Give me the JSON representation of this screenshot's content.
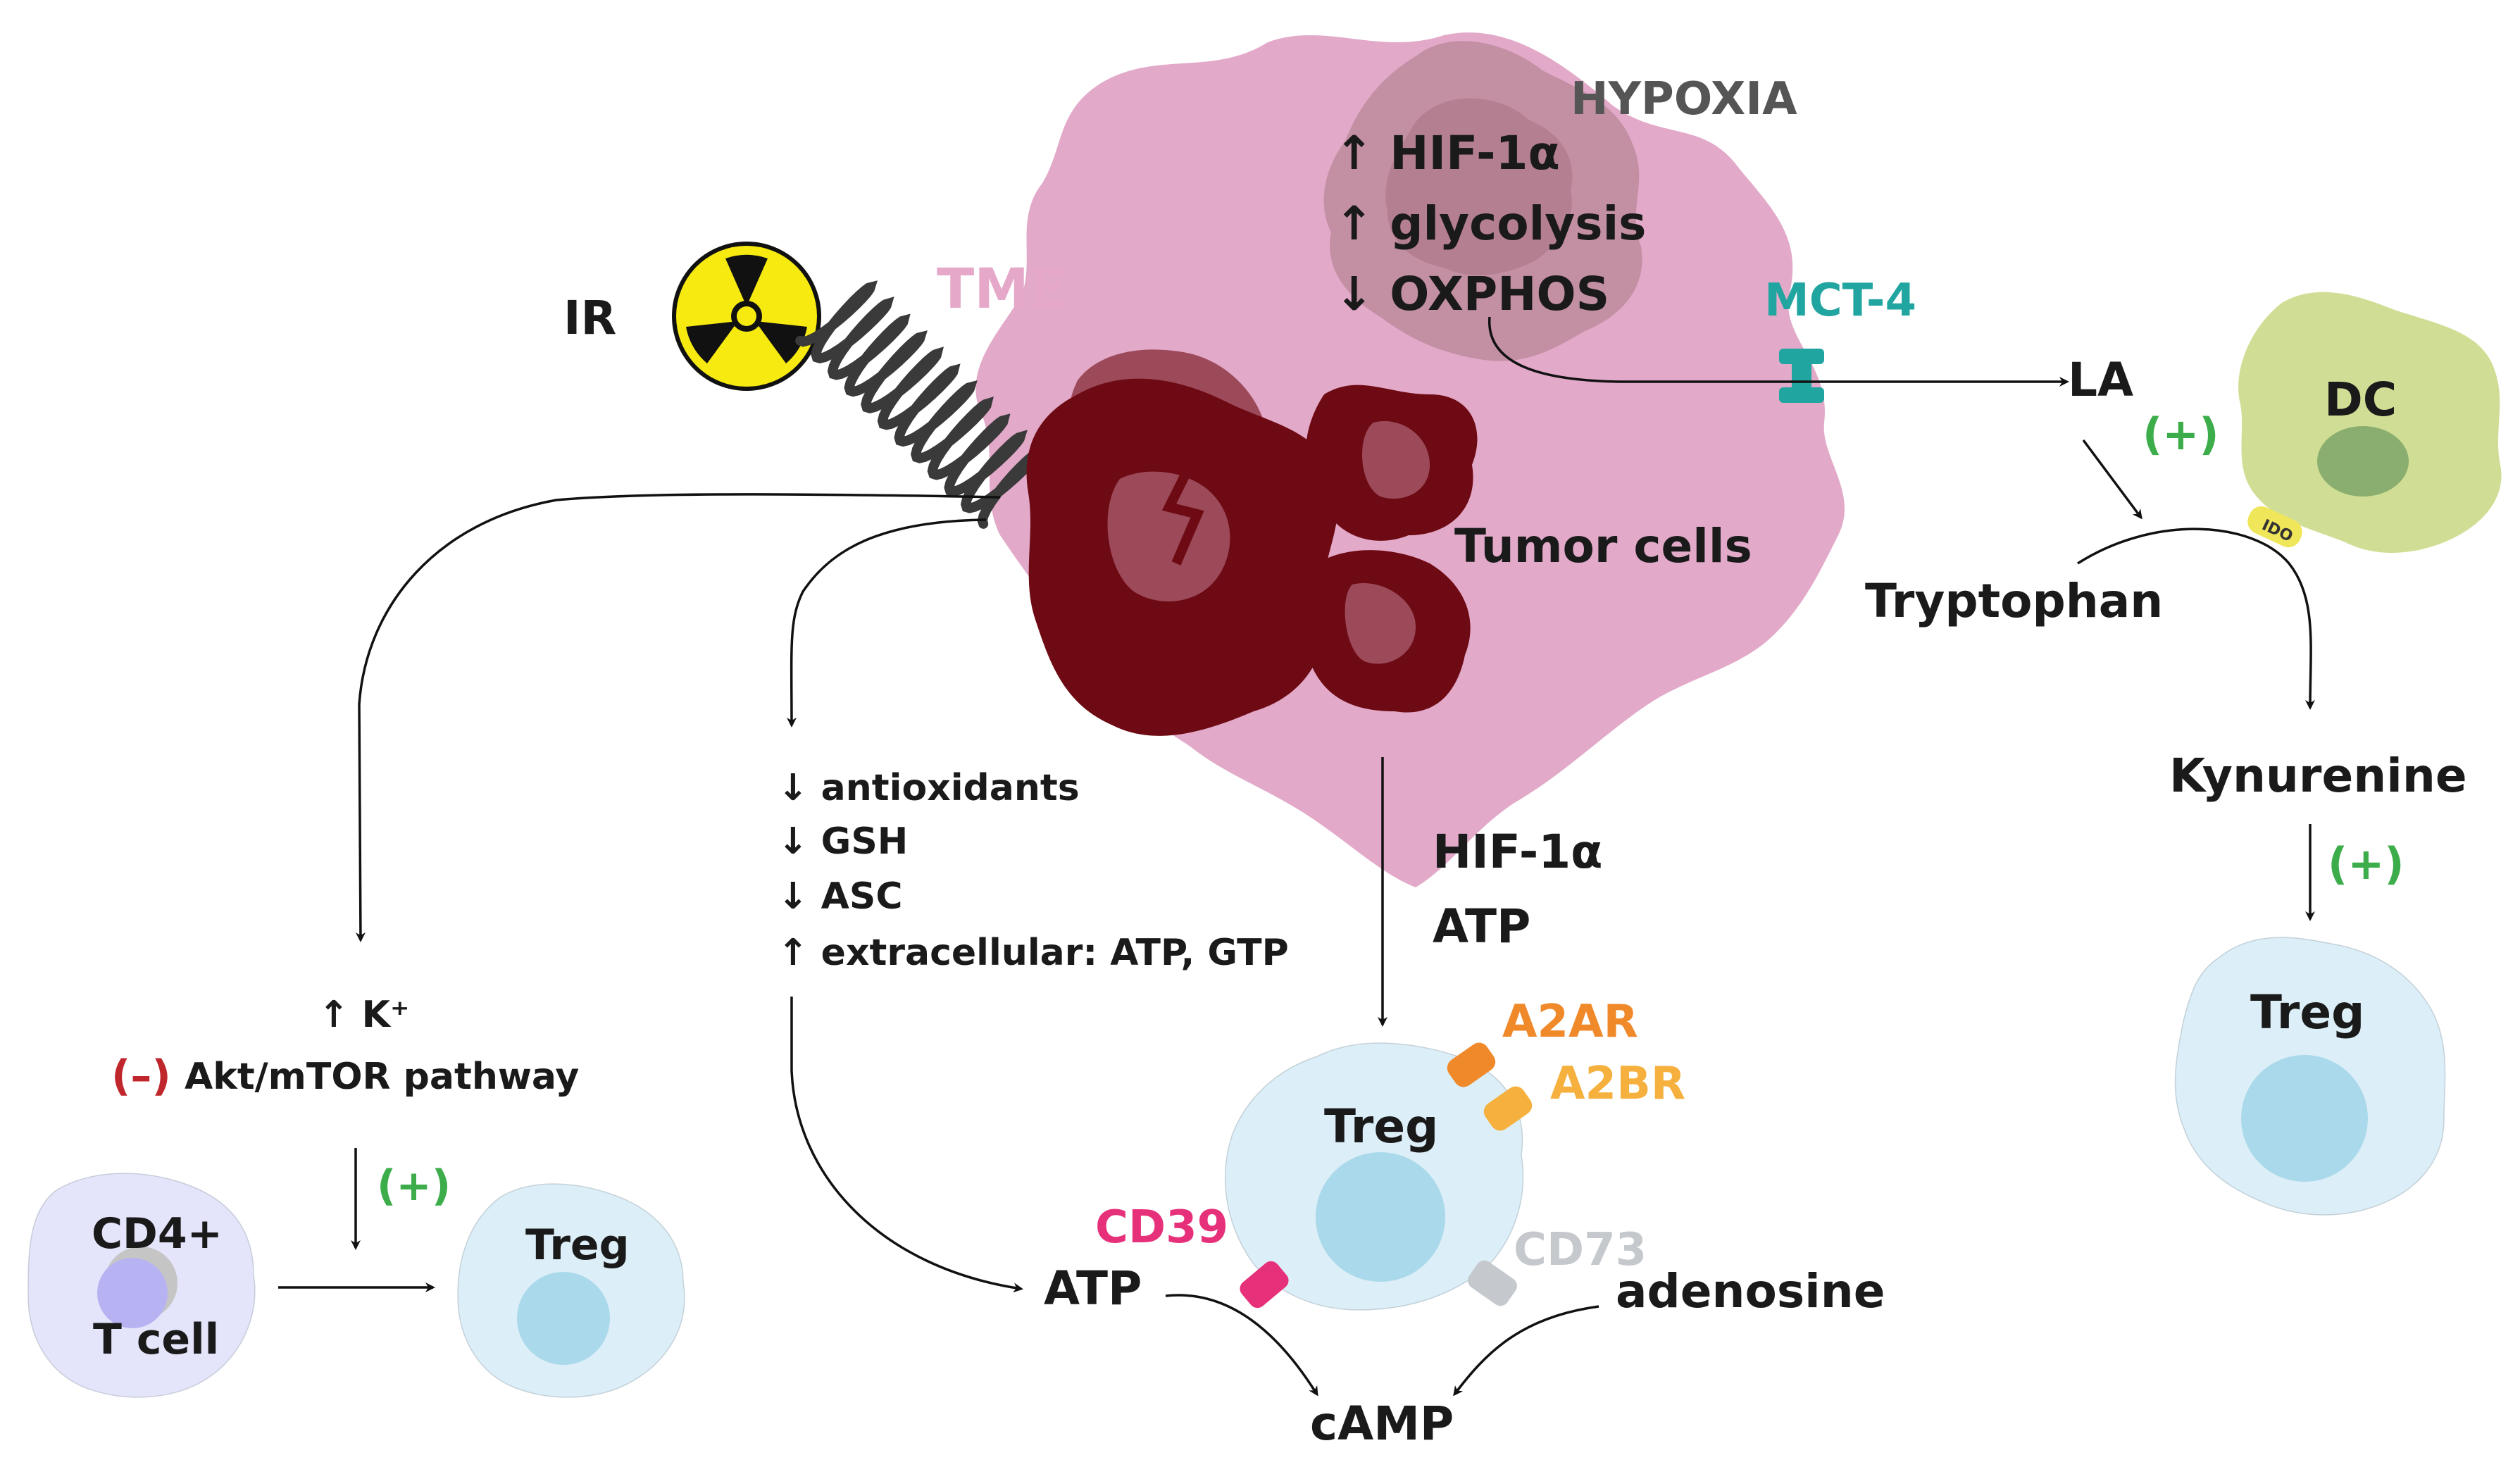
{
  "colors": {
    "tme": "#e2a9c9",
    "tme_label": "#e6a8c8",
    "hypoxia": "#b88796",
    "hypoxia_label": "#555555",
    "tumor_dark": "#6e0a13",
    "tumor_light": "#9c4a5a",
    "treg_fill": "#dceef7",
    "treg_nucleus": "#a9d9ea",
    "cd4_fill": "#e4e4fb",
    "cd4_nucleus": "#b7b3f3",
    "dc_fill": "#d0de95",
    "dc_nucleus": "#8aae6f",
    "mct4": "#21a5a0",
    "a2ar": "#f0892a",
    "a2br": "#f6b03e",
    "cd39": "#e7307a",
    "cd73": "#c5c9cd",
    "plus": "#3cad4a",
    "minus": "#c0272d",
    "ido": "#f0e65a",
    "radiation_yellow": "#f6ea11"
  },
  "icons": {
    "radiation": "radiation-trefoil-icon",
    "spring": "ir-beam-coil-icon"
  },
  "labels": {
    "ir": "IR",
    "tme": "TME",
    "hypoxia": "HYPOXIA",
    "hif_up": "↑ HIF-1α",
    "glycolysis_up": "↑ glycolysis",
    "oxphos_down": "↓ OXPHOS",
    "mct4": "MCT-4",
    "la": "LA",
    "dc": "DC",
    "ido": "IDO",
    "tryptophan": "Tryptophan",
    "kynurenine": "Kynurenine",
    "treg_right": "Treg",
    "tumor_cells": "Tumor cells",
    "antioxidants": "↓  antioxidants",
    "gsh": "↓  GSH",
    "asc": "↓  ASC",
    "extracellular": "↑  extracellular: ATP, GTP",
    "hif_center": "HIF-1α",
    "atp_center": "ATP",
    "a2ar": "A2AR",
    "a2br": "A2BR",
    "treg_center": "Treg",
    "cd39": "CD39",
    "cd73": "CD73",
    "atp_bottom": "ATP",
    "adenosine": "adenosine",
    "camp": "cAMP",
    "k_plus": "↑ K⁺",
    "minus_sign": "(–)",
    "akt": "Akt/mTOR pathway",
    "plus_sign_left": "(+)",
    "cd4": "CD4+",
    "t_cell": "T cell",
    "treg_left": "Treg",
    "plus_sign_la": "(+)",
    "plus_sign_kyn": "(+)"
  }
}
